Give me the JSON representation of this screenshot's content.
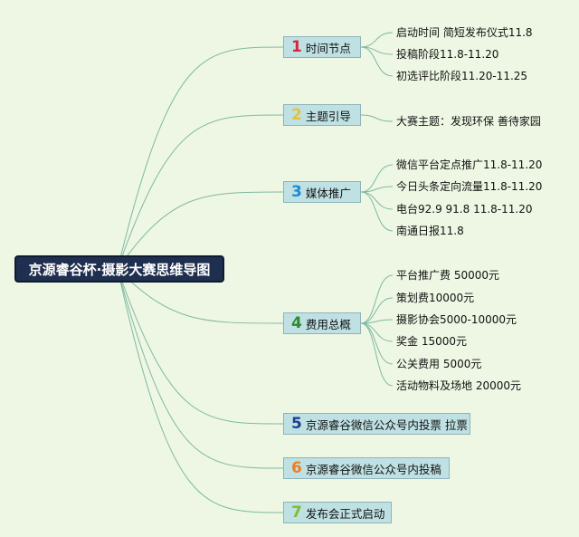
{
  "root": {
    "title": "京源睿谷杯·摄影大赛思维导图"
  },
  "branches": [
    {
      "num": "1",
      "label": "时间节点",
      "color": "#d7263d",
      "children": [
        "启动时间 简短发布仪式11.8",
        "投稿阶段11.8-11.20",
        "初选评比阶段11.20-11.25"
      ]
    },
    {
      "num": "2",
      "label": "主题引导",
      "color": "#e3c33a",
      "children": [
        "大赛主题：发现环保 善待家园"
      ]
    },
    {
      "num": "3",
      "label": "媒体推广",
      "color": "#1e88d6",
      "children": [
        "微信平台定点推广11.8-11.20",
        "今日头条定向流量11.8-11.20",
        "电台92.9 91.8 11.8-11.20",
        "南通日报11.8"
      ]
    },
    {
      "num": "4",
      "label": "费用总概",
      "color": "#2e8b2e",
      "children": [
        "平台推广费 50000元",
        "策划费10000元",
        "摄影协会5000-10000元",
        "奖金 15000元",
        "公关费用 5000元",
        "活动物料及场地 20000元"
      ]
    },
    {
      "num": "5",
      "label": "京源睿谷微信公众号内投票 拉票",
      "color": "#1d3f8f",
      "children": []
    },
    {
      "num": "6",
      "label": "京源睿谷微信公众号内投稿",
      "color": "#ef7d22",
      "children": []
    },
    {
      "num": "7",
      "label": "发布会正式启动",
      "color": "#7cbf2a",
      "children": []
    }
  ],
  "colors": {
    "background": "#eef7e4",
    "connector": "#7fb9a0",
    "root_fill": "#1f2f4f",
    "node_fill": "#bfe1e3"
  }
}
